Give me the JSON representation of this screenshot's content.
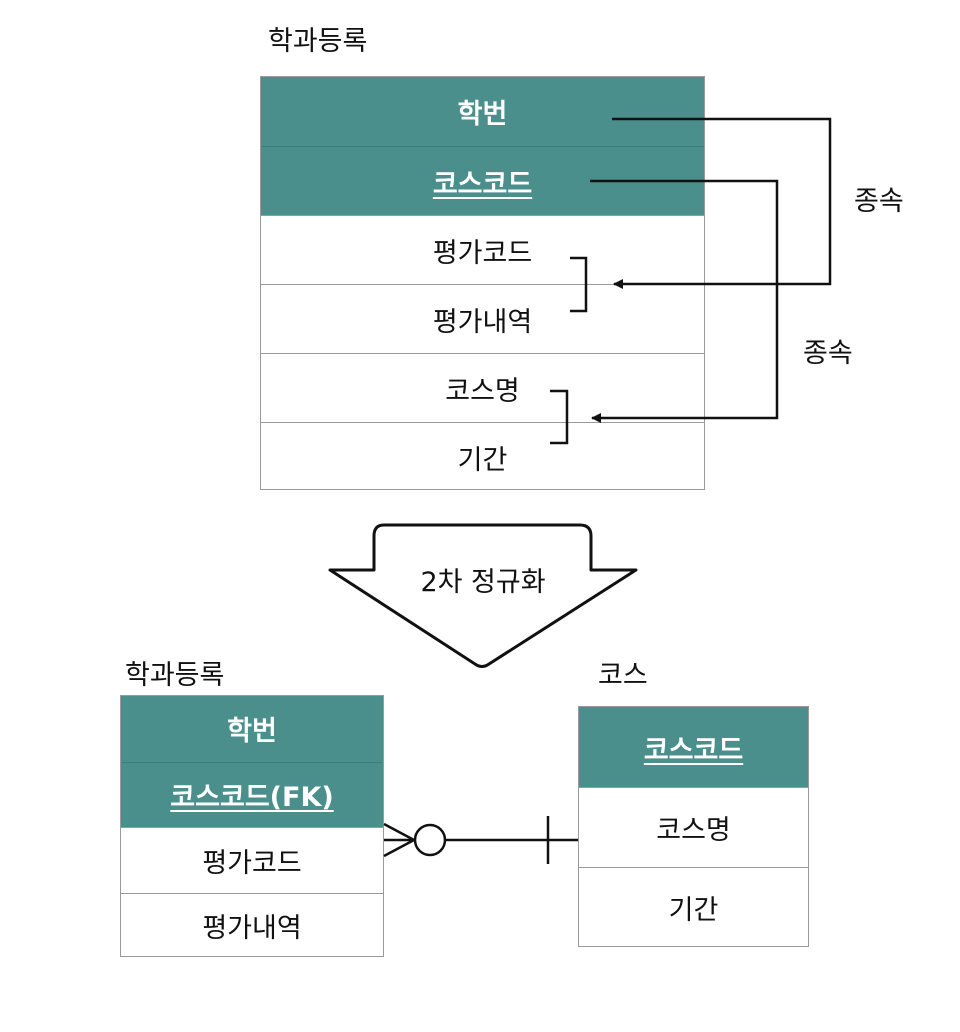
{
  "top_entity": {
    "title": "학과등록",
    "rows": [
      "학번",
      "코스코드",
      "평가코드",
      "평가내역",
      "코스명",
      "기간"
    ]
  },
  "dependency_labels": {
    "first": "종속",
    "second": "종속"
  },
  "transform_arrow": {
    "label": "2차 정규화"
  },
  "bottom_left_entity": {
    "title": "학과등록",
    "rows": [
      "학번",
      "코스코드(FK)",
      "평가코드",
      "평가내역"
    ]
  },
  "bottom_right_entity": {
    "title": "코스",
    "rows": [
      "코스코드",
      "코스명",
      "기간"
    ]
  },
  "colors": {
    "key_fill": "#4a8f8c",
    "border": "#9a9a9a",
    "line": "#111111"
  }
}
